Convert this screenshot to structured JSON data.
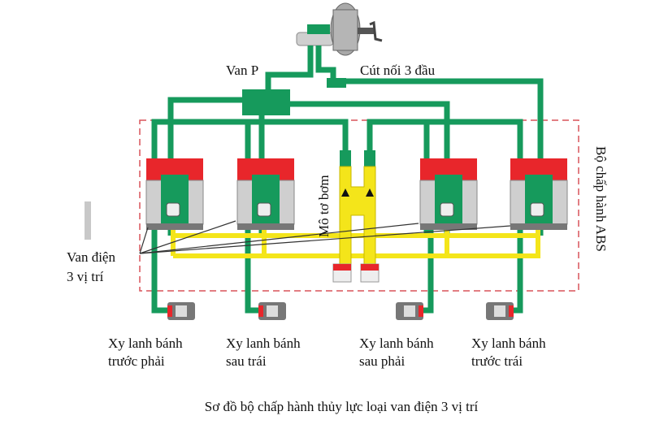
{
  "labels": {
    "p_valve": "Van P",
    "three_way": "Cút nối 3 đầu",
    "pump_motor": "Mô tơ bơm",
    "abs_actuator": "Bộ chấp hành ABS",
    "solenoid_line1": "Van điện",
    "solenoid_line2": "3 vị trí"
  },
  "wheels": [
    {
      "line1": "Xy lanh bánh",
      "line2": "trước phải"
    },
    {
      "line1": "Xy lanh bánh",
      "line2": "sau trái"
    },
    {
      "line1": "Xy lanh bánh",
      "line2": "sau phải"
    },
    {
      "line1": "Xy lanh bánh",
      "line2": "trước trái"
    }
  ],
  "caption": "Sơ đồ bộ chấp hành thủy lực loại van điện 3 vị trí",
  "colors": {
    "green": "#169a5c",
    "red": "#e8262b",
    "yellow": "#f4e51a",
    "dash": "#d9545a"
  }
}
